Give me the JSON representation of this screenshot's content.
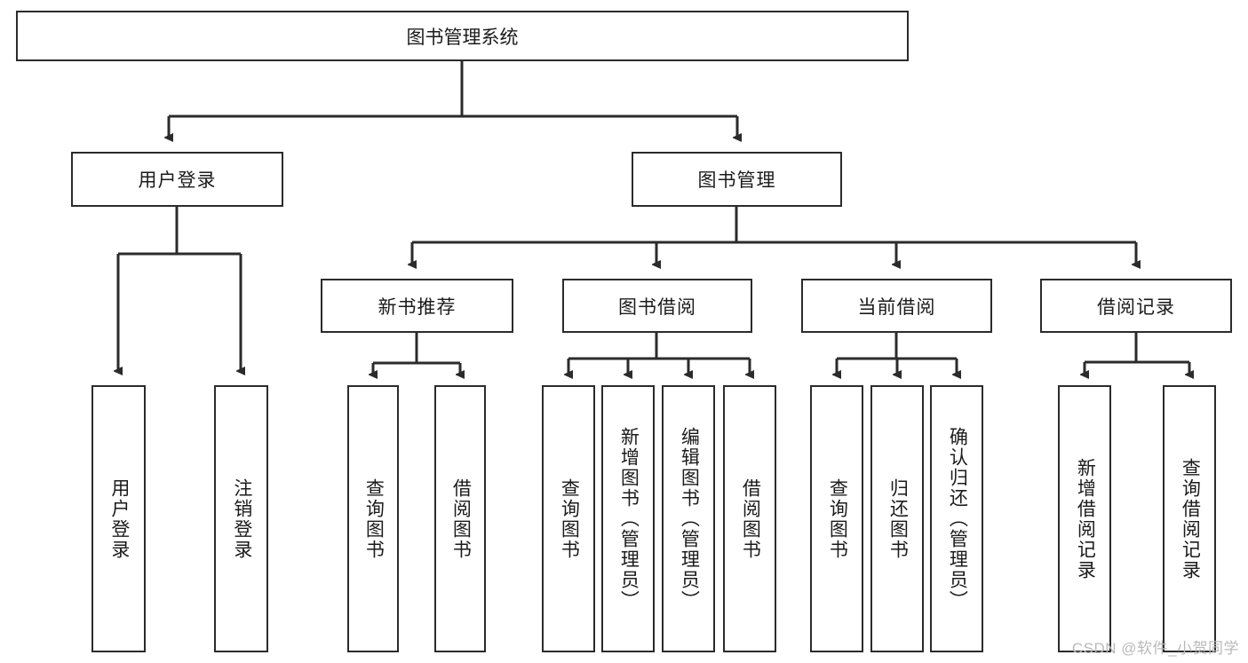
{
  "diagram": {
    "title": "图书管理系统",
    "type": "tree",
    "root": {
      "label": "图书管理系统"
    },
    "level2": [
      {
        "label": "用户登录"
      },
      {
        "label": "图书管理"
      }
    ],
    "level3": [
      {
        "label": "新书推荐"
      },
      {
        "label": "图书借阅"
      },
      {
        "label": "当前借阅"
      },
      {
        "label": "借阅记录"
      }
    ],
    "leaves": {
      "user_login": [
        {
          "label": "用户登录"
        },
        {
          "label": "注销登录"
        }
      ],
      "new_book_recommend": [
        {
          "label": "查询图书"
        },
        {
          "label": "借阅图书"
        }
      ],
      "book_borrow": [
        {
          "label": "查询图书"
        },
        {
          "label": "新增图书（管理员）"
        },
        {
          "label": "编辑图书（管理员）"
        },
        {
          "label": "借阅图书"
        }
      ],
      "current_borrow": [
        {
          "label": "查询图书"
        },
        {
          "label": "归还图书"
        },
        {
          "label": "确认归还（管理员）"
        }
      ],
      "borrow_record": [
        {
          "label": "新增借阅记录"
        },
        {
          "label": "查询借阅记录"
        }
      ]
    }
  },
  "watermark": {
    "text": "CSDN @软件_小贺同学"
  },
  "colors": {
    "stroke": "#2b2b2b",
    "background": "#ffffff",
    "text": "#1b1b1b",
    "watermark": "#b9b9b9"
  }
}
